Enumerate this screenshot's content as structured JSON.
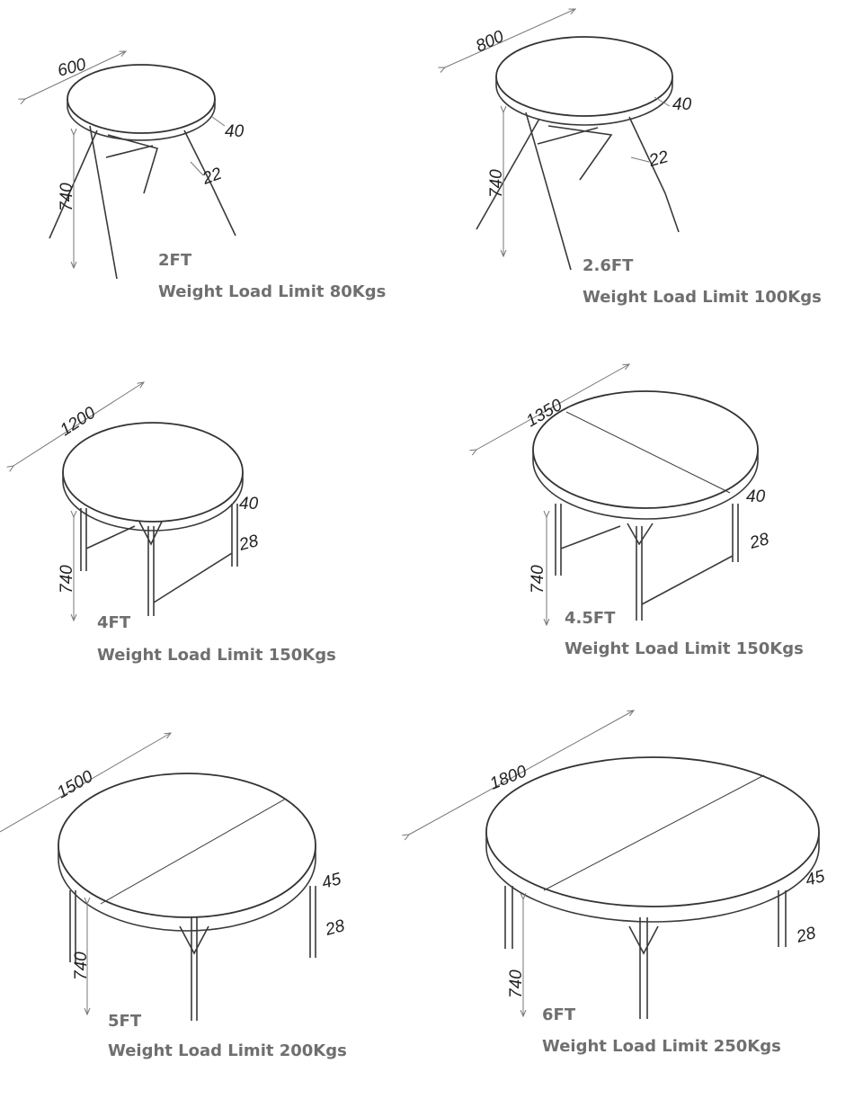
{
  "tables": [
    {
      "size": "2FT",
      "weight": "Weight Load Limit 80Kgs",
      "diameter": "600",
      "thickness": "40",
      "leg": "22",
      "height": "740"
    },
    {
      "size": "2.6FT",
      "weight": "Weight Load Limit 100Kgs",
      "diameter": "800",
      "thickness": "40",
      "leg": "22",
      "height": "740"
    },
    {
      "size": "4FT",
      "weight": "Weight Load Limit 150Kgs",
      "diameter": "1200",
      "thickness": "40",
      "leg": "28",
      "height": "740"
    },
    {
      "size": "4.5FT",
      "weight": "Weight Load Limit 150Kgs",
      "diameter": "1350",
      "thickness": "40",
      "leg": "28",
      "height": "740"
    },
    {
      "size": "5FT",
      "weight": "Weight Load Limit 200Kgs",
      "diameter": "1500",
      "thickness": "45",
      "leg": "28",
      "height": "740"
    },
    {
      "size": "6FT",
      "weight": "Weight Load Limit 250Kgs",
      "diameter": "1800",
      "thickness": "45",
      "leg": "28",
      "height": "740"
    }
  ]
}
